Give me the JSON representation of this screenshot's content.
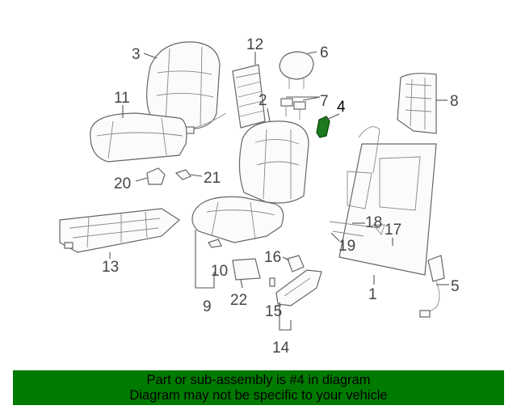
{
  "callouts": {
    "c1": "1",
    "c2": "2",
    "c3": "3",
    "c4": "4",
    "c5": "5",
    "c6": "6",
    "c7": "7",
    "c8": "8",
    "c9": "9",
    "c10": "10",
    "c11": "11",
    "c12": "12",
    "c13": "13",
    "c14": "14",
    "c15": "15",
    "c16": "16",
    "c17": "17",
    "c18": "18",
    "c19": "19",
    "c20": "20",
    "c21": "21",
    "c22": "22"
  },
  "highlight": {
    "part_number": "4",
    "color": "#007a00"
  },
  "banner": {
    "line1": "Part or sub-assembly is #4 in diagram",
    "line2": "Diagram may not be specific to your vehicle",
    "background": "#007a00"
  }
}
